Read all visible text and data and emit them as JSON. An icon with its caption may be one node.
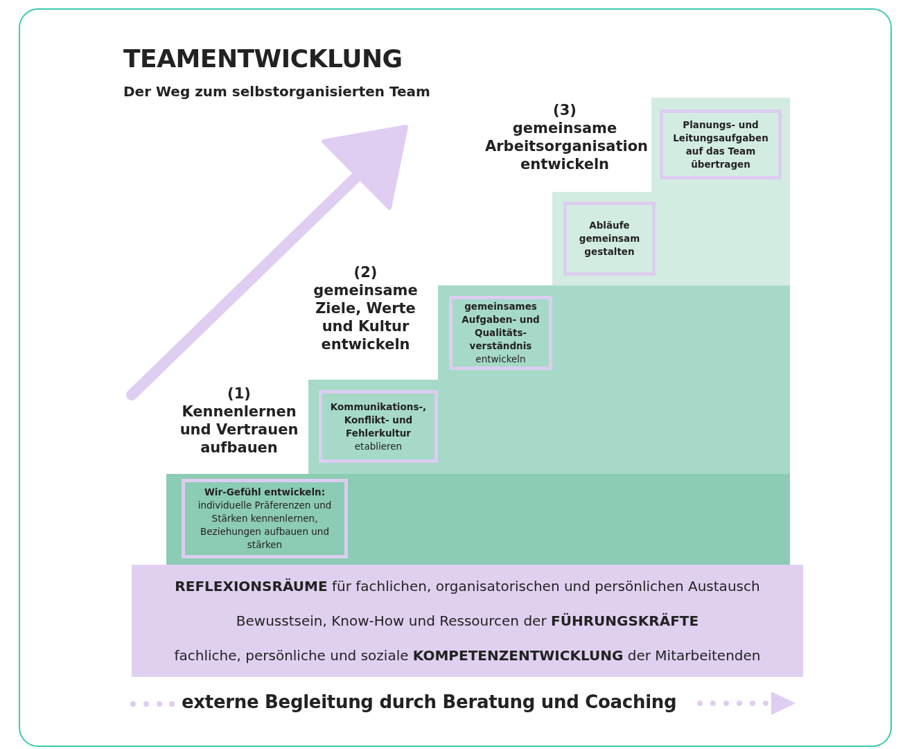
{
  "diagram": {
    "title": "TEAMENTWICKLUNG",
    "nodes": [
      {
        "text": [
          "**Wir-Gefühl entwickeln:** individuelle Präferenzen und Stärken kennenlernen, Beziehungen aufbauen und stärken"
        ]
      },
      {
        "text": [
          "**Kommunikations-, Konflikt- und Fehlerkultur** etablieren"
        ]
      },
      {
        "text": [
          "**gemeinsames Aufgaben- und Qualitäts- verständnis** entwickeln"
        ]
      },
      {
        "text": [
          "Abläufe gemeinsam gestalten"
        ]
      },
      {
        "text": [
          "Planungs- und Leitungsaufgaben auf das Team übertragen"
        ]
      },
      {
        "text": [
          "**REFLEXIONSRÄUME** für fachlichen, organisatorischen und persönlichen Austausch",
          "Bewusstsein, Know-How und Ressourcen der **FÜHRUNGSKRÄFTE**",
          "fachliche, persönliche und soziale **KOMPETENZENTWICKLUNG** der Mitarbeitenden"
        ]
      }
    ],
    "labels": [
      "Der Weg zum selbstorganisierten Team",
      "(3) gemeinsame Arbeitsorganisation entwickeln",
      "(2) gemeinsame Ziele, Werte und Kultur entwickeln",
      "(1) Kennenlernen und Vertrauen aufbauen",
      "externe Begleitung durch Beratung und Coaching"
    ]
  }
}
